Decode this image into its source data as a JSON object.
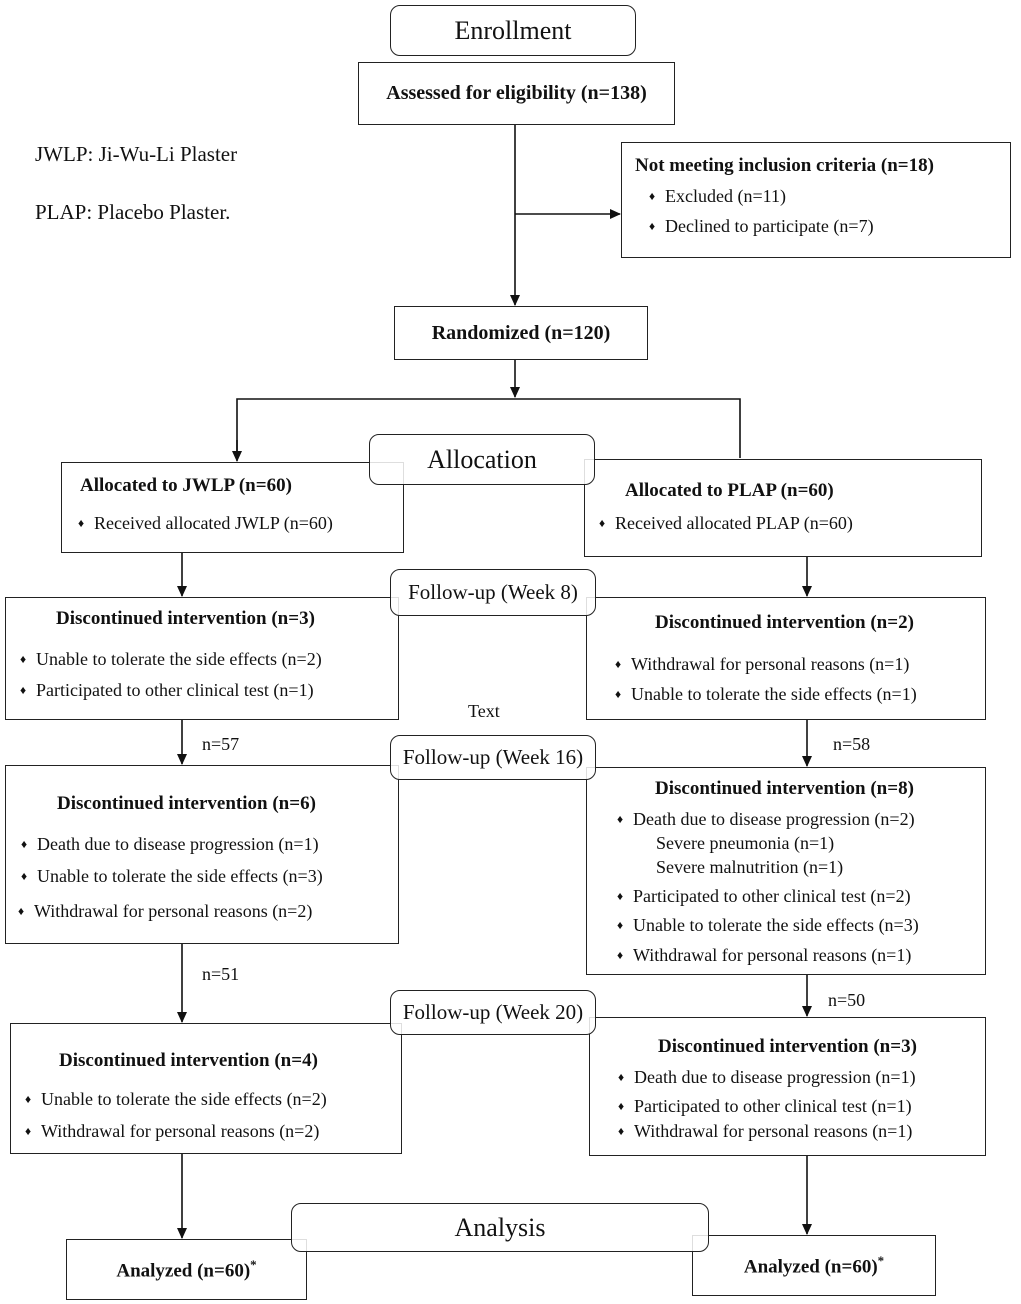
{
  "legend": {
    "jwlp": "JWLP: Ji-Wu-Li Plaster",
    "plap": "PLAP: Placebo Plaster."
  },
  "stages": {
    "enrollment": "Enrollment",
    "allocation": "Allocation",
    "followup_w8": "Follow-up (Week 8)",
    "followup_w16": "Follow-up (Week 16)",
    "followup_w20": "Follow-up (Week 20)",
    "analysis": "Analysis"
  },
  "assessed": "Assessed for eligibility (n=138)",
  "not_meeting": {
    "title": "Not meeting inclusion criteria (n=18)",
    "items": [
      "Excluded (n=11)",
      "Declined to participate (n=7)"
    ]
  },
  "randomized": "Randomized (n=120)",
  "stray_text": "Text",
  "jwlp": {
    "allocated": {
      "title": "Allocated to JWLP (n=60)",
      "items": [
        "Received allocated JWLP (n=60)"
      ]
    },
    "w8": {
      "title": "Discontinued intervention (n=3)",
      "items": [
        "Unable to tolerate the side effects (n=2)",
        "Participated to other clinical test (n=1)"
      ]
    },
    "n_after_w8": "n=57",
    "w16": {
      "title": "Discontinued intervention (n=6)",
      "items": [
        "Death due to disease progression (n=1)",
        "Unable to tolerate the side effects (n=3)",
        "Withdrawal for personal reasons (n=2)"
      ]
    },
    "n_after_w16": "n=51",
    "w20": {
      "title": "Discontinued intervention (n=4)",
      "items": [
        "Unable to tolerate the side effects (n=2)",
        "Withdrawal for personal reasons (n=2)"
      ]
    },
    "analyzed": "Analyzed (n=60)",
    "analyzed_mark": "*"
  },
  "plap": {
    "allocated": {
      "title": "Allocated to PLAP (n=60)",
      "items": [
        "Received allocated PLAP (n=60)"
      ]
    },
    "w8": {
      "title": "Discontinued intervention (n=2)",
      "items": [
        "Withdrawal for personal reasons (n=1)",
        "Unable to tolerate the side effects (n=1)"
      ]
    },
    "n_after_w8": "n=58",
    "w16": {
      "title": "Discontinued intervention (n=8)",
      "items": [
        "Death due to disease progression (n=2)",
        "Participated to other clinical test (n=2)",
        "Unable to tolerate the side effects (n=3)",
        "Withdrawal for personal reasons (n=1)"
      ],
      "subitems": [
        "Severe pneumonia (n=1)",
        "Severe malnutrition (n=1)"
      ]
    },
    "n_after_w16": "n=50",
    "w20": {
      "title": "Discontinued intervention (n=3)",
      "items": [
        "Death due to disease progression (n=1)",
        "Participated to other clinical test (n=1)",
        "Withdrawal for personal reasons (n=1)"
      ]
    },
    "analyzed": "Analyzed (n=60)",
    "analyzed_mark": "*"
  },
  "bullet_glyph": "♦"
}
